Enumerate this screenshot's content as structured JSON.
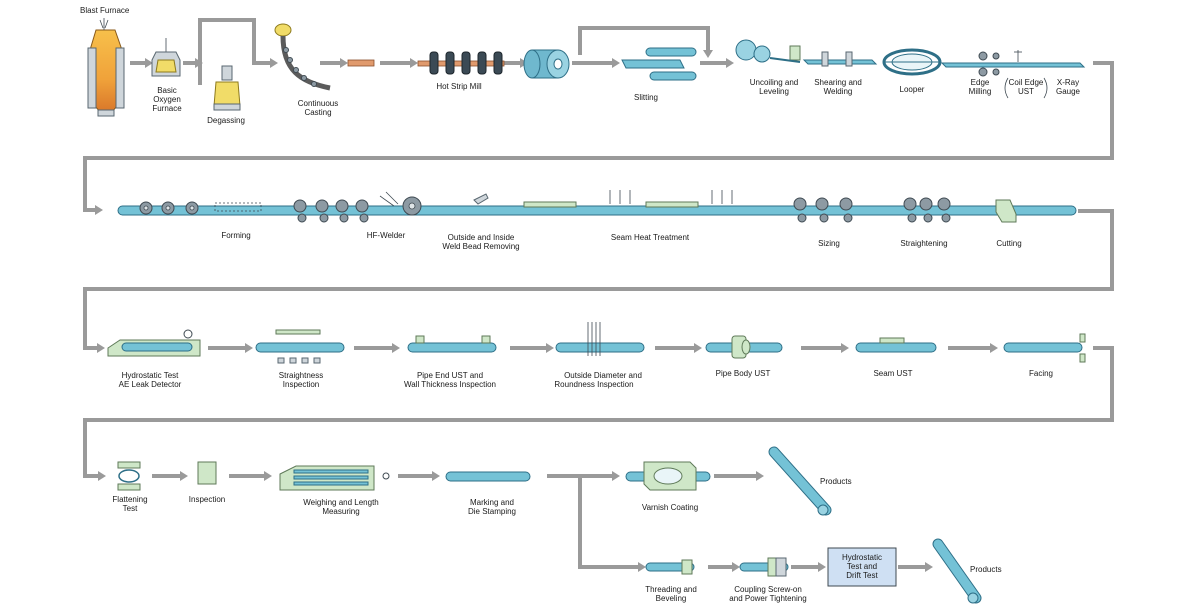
{
  "rows": [
    {
      "steps": [
        {
          "id": "blast_furnace",
          "label": [
            "Blast Furnace"
          ]
        },
        {
          "id": "basic_oxygen_furnace",
          "label": [
            "Basic",
            "Oxygen",
            "Furnace"
          ]
        },
        {
          "id": "degassing",
          "label": [
            "Degassing"
          ]
        },
        {
          "id": "continuous_casting",
          "label": [
            "Continuous",
            "Casting"
          ]
        },
        {
          "id": "hot_strip_mill",
          "label": [
            "Hot Strip Mill"
          ]
        },
        {
          "id": "slitting",
          "label": [
            "Slitting"
          ]
        },
        {
          "id": "uncoiling_leveling",
          "label": [
            "Uncoiling and",
            "Leveling"
          ]
        },
        {
          "id": "shearing_welding",
          "label": [
            "Shearing and",
            "Welding"
          ]
        },
        {
          "id": "looper",
          "label": [
            "Looper"
          ]
        },
        {
          "id": "edge_milling",
          "label": [
            "Edge",
            "Milling"
          ]
        },
        {
          "id": "coil_edge_ust",
          "label": [
            "Coil Edge",
            "UST"
          ]
        },
        {
          "id": "xray_gauge",
          "label": [
            "X-Ray",
            "Gauge"
          ]
        }
      ]
    },
    {
      "steps": [
        {
          "id": "forming",
          "label": [
            "Forming"
          ]
        },
        {
          "id": "hf_welder",
          "label": [
            "HF-Welder"
          ]
        },
        {
          "id": "weld_bead_removing",
          "label": [
            "Outside and Inside",
            "Weld Bead Removing"
          ]
        },
        {
          "id": "seam_heat_treatment",
          "label": [
            "Seam Heat Treatment"
          ]
        },
        {
          "id": "sizing",
          "label": [
            "Sizing"
          ]
        },
        {
          "id": "straightening",
          "label": [
            "Straightening"
          ]
        },
        {
          "id": "cutting",
          "label": [
            "Cutting"
          ]
        }
      ]
    },
    {
      "steps": [
        {
          "id": "hydrostatic_test",
          "label": [
            "Hydrostatic Test",
            "AE Leak Detector"
          ]
        },
        {
          "id": "straightness_inspection",
          "label": [
            "Straightness",
            "Inspection"
          ]
        },
        {
          "id": "pipe_end_ust",
          "label": [
            "Pipe End UST and",
            "Wall Thickness Inspection"
          ]
        },
        {
          "id": "od_roundness",
          "label": [
            "Outside  Diameter  and",
            "Roundness  Inspection"
          ]
        },
        {
          "id": "pipe_body_ust",
          "label": [
            "Pipe Body UST"
          ]
        },
        {
          "id": "seam_ust",
          "label": [
            "Seam UST"
          ]
        },
        {
          "id": "facing",
          "label": [
            "Facing"
          ]
        }
      ]
    },
    {
      "steps": [
        {
          "id": "flattening_test",
          "label": [
            "Flattening",
            "Test"
          ]
        },
        {
          "id": "inspection",
          "label": [
            "Inspection"
          ]
        },
        {
          "id": "weighing_length",
          "label": [
            "Weighing and Length",
            "Measuring"
          ]
        },
        {
          "id": "marking_stamping",
          "label": [
            "Marking and",
            "Die Stamping"
          ]
        },
        {
          "id": "varnish_coating",
          "label": [
            "Varnish Coating"
          ]
        },
        {
          "id": "products_1",
          "label": [
            "Products"
          ]
        },
        {
          "id": "threading_beveling",
          "label": [
            "Threading and",
            "Beveling"
          ]
        },
        {
          "id": "coupling_screw_on",
          "label": [
            "Coupling Screw-on",
            "and Power Tightening"
          ]
        },
        {
          "id": "hydrostatic_drift",
          "label": [
            "Hydrostatic",
            "Test and",
            "Drift Test"
          ]
        },
        {
          "id": "products_2",
          "label": [
            "Products"
          ]
        }
      ]
    }
  ],
  "colors": {
    "pipe": "#74c2d6",
    "flow_arrow": "#9a9a9a",
    "equipment_green": "#cfe7c8",
    "slab": "#e09a6d",
    "furnace": "#f0a23a",
    "highlight_box": "#cfe0f3"
  }
}
